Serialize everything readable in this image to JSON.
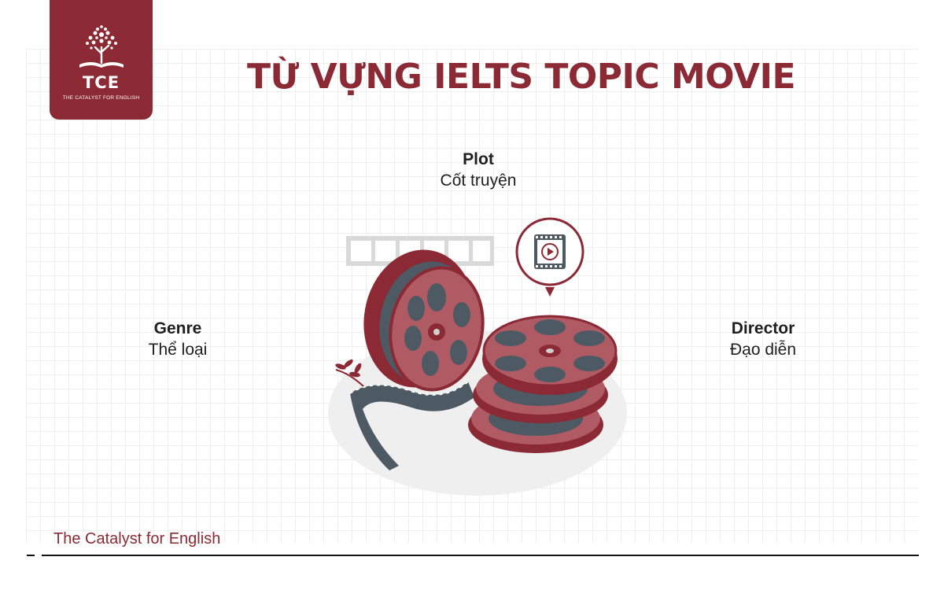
{
  "brand": {
    "abbr": "TCE",
    "tagline": "THE CATALYST FOR ENGLISH",
    "footer": "The Catalyst for English",
    "color": "#8b2a35"
  },
  "title": "TỪ VỰNG IELTS TOPIC MOVIE",
  "terms": {
    "plot": {
      "en": "Plot",
      "vi": "Cốt truyện"
    },
    "genre": {
      "en": "Genre",
      "vi": "Thể loại"
    },
    "director": {
      "en": "Director",
      "vi": "Đạo diễn"
    }
  },
  "illustration": {
    "icons": [
      "film-reel-icon",
      "film-strip-icon",
      "play-video-icon",
      "leaf-sprig-icon"
    ],
    "colors": {
      "reel": "#b05a63",
      "reel_dark": "#8b2a35",
      "film": "#4d5a64",
      "shadow": "#efefef"
    }
  }
}
